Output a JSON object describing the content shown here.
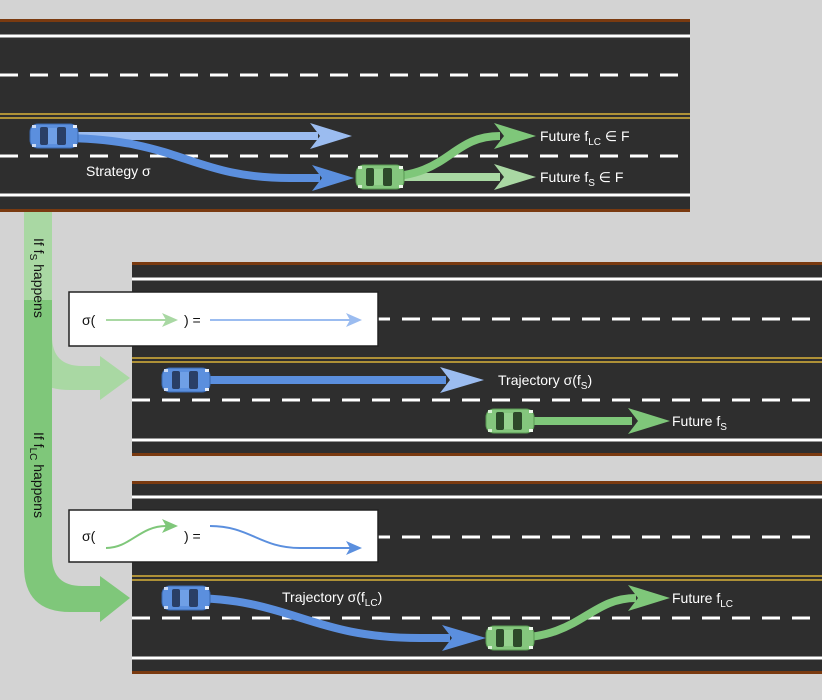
{
  "colors": {
    "background": "#d3d3d3",
    "road": "#2e2e2e",
    "edge": "#7a3a10",
    "lane_white": "#ffffff",
    "lane_yellow": "#d9b23a",
    "ego_blue": "#5b8fde",
    "ego_blue_light": "#9bbcf0",
    "other_green": "#7fc77a",
    "other_green_light": "#a9d8a3"
  },
  "icons": [
    "blue-car-icon",
    "green-car-icon"
  ],
  "scene_top": {
    "strategy_label": "Strategy σ",
    "future_lc": {
      "prefix": "Future f",
      "sub": "LC",
      "suffix": " ∈ F"
    },
    "future_s": {
      "prefix": "Future f",
      "sub": "S",
      "suffix": " ∈ F"
    }
  },
  "branch_s": {
    "prefix": "If f",
    "sub": "S",
    "suffix": " happens"
  },
  "branch_lc": {
    "prefix": "If f",
    "sub": "LC",
    "suffix": " happens"
  },
  "scene_mid": {
    "box": {
      "open": "σ(",
      "close": ") ="
    },
    "trajectory": {
      "prefix": "Trajectory σ(f",
      "sub": "S",
      "suffix": ")"
    },
    "future": {
      "prefix": "Future f",
      "sub": "S"
    }
  },
  "scene_bottom": {
    "box": {
      "open": "σ(",
      "close": ") ="
    },
    "trajectory": {
      "prefix": "Trajectory σ(f",
      "sub": "LC",
      "suffix": ")"
    },
    "future": {
      "prefix": "Future f",
      "sub": "LC"
    }
  }
}
